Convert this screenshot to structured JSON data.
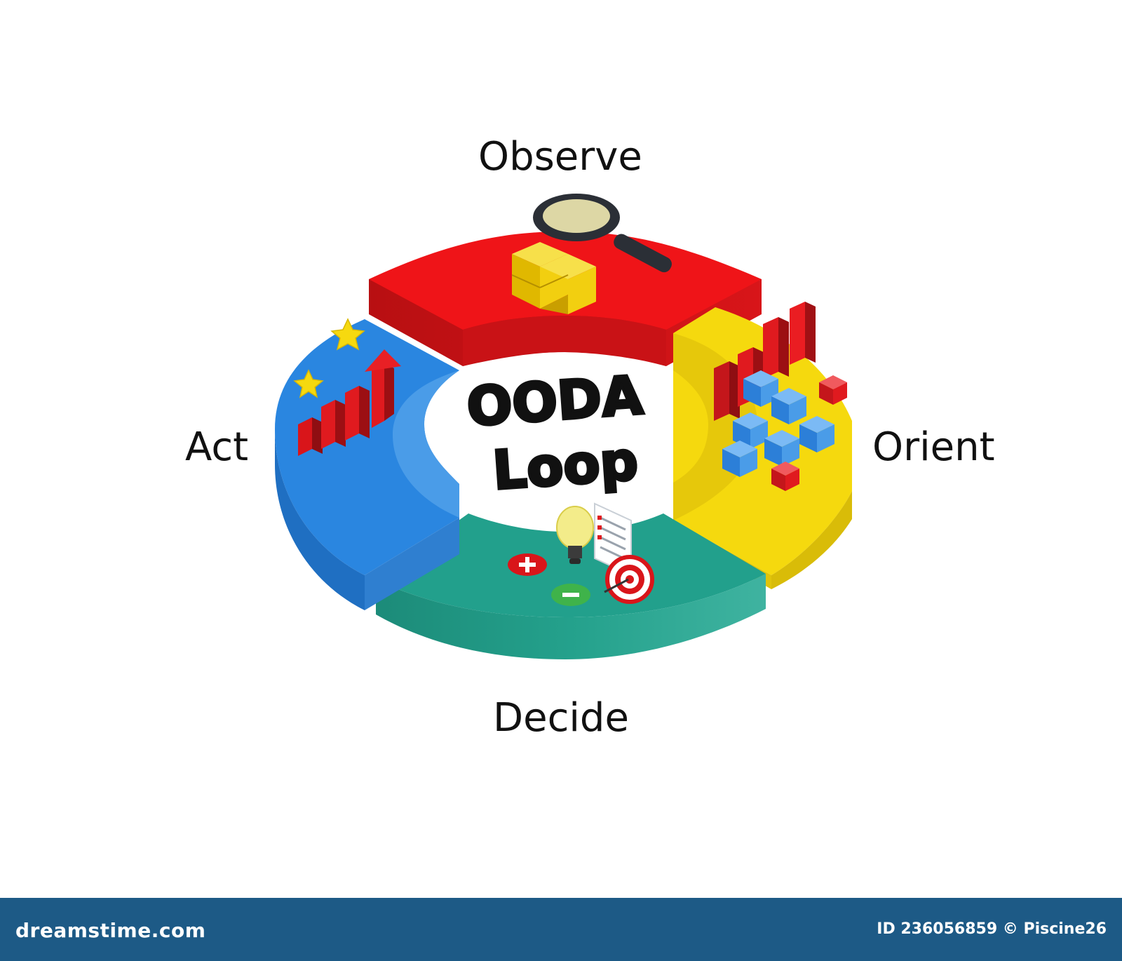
{
  "diagram": {
    "title_line1": "OODA",
    "title_line2": "Loop",
    "stages": [
      {
        "key": "observe",
        "label": "Observe",
        "color": "#e8171b"
      },
      {
        "key": "orient",
        "label": "Orient",
        "color": "#f6d90f"
      },
      {
        "key": "decide",
        "label": "Decide",
        "color": "#22a08c"
      },
      {
        "key": "act",
        "label": "Act",
        "color": "#2a86e0"
      }
    ]
  },
  "watermark": {
    "site": "dreamstime.com",
    "credit": "ID 236056859 © Piscine26",
    "bar_color": "#1d5a86"
  },
  "icons": [
    "magnifier-icon",
    "gold-cubes-icon",
    "bar-chart-icon",
    "blue-cubes-icon",
    "lightbulb-icon",
    "checklist-icon",
    "target-icon",
    "plus-icon",
    "minus-icon",
    "star-icon",
    "up-arrow-icon"
  ]
}
